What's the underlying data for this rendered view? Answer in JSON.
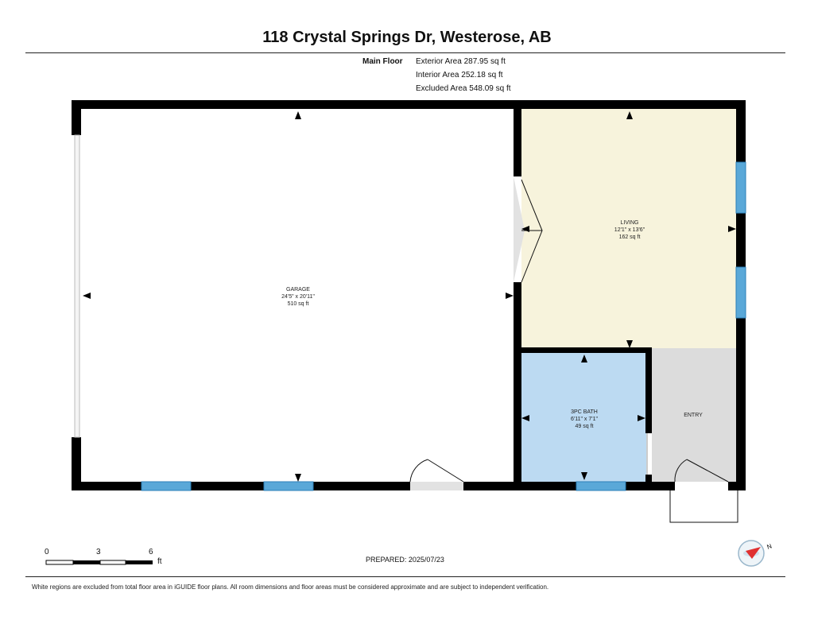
{
  "header": {
    "title": "118 Crystal Springs Dr, Westerose, AB"
  },
  "areas": {
    "floor_label": "Main Floor",
    "exterior": "Exterior Area 287.95 sq ft",
    "interior": "Interior Area 252.18 sq ft",
    "excluded": "Excluded Area 548.09 sq ft"
  },
  "rooms": {
    "garage": {
      "name": "GARAGE",
      "dims": "24'5\" x 20'11\"",
      "area": "510 sq ft"
    },
    "living": {
      "name": "LIVING",
      "dims": "12'1\" x 13'6\"",
      "area": "162 sq ft"
    },
    "bath": {
      "name": "3PC BATH",
      "dims": "6'11\" x 7'1\"",
      "area": "49 sq ft"
    },
    "entry": {
      "name": "ENTRY"
    }
  },
  "scale": {
    "ticks": [
      "0",
      "3",
      "6"
    ],
    "unit": "ft"
  },
  "compass": {
    "label": "N"
  },
  "footer": {
    "prepared": "PREPARED:  2025/07/23",
    "disclaimer": "White regions are excluded from total floor area in iGUIDE floor plans. All room dimensions and floor areas must be considered approximate and are subject to independent verification."
  },
  "colors": {
    "living": "#f7f3dc",
    "bath": "#bcdaf2",
    "entry": "#dcdcdc",
    "window": "#5aa8d8",
    "wall": "#000000"
  }
}
